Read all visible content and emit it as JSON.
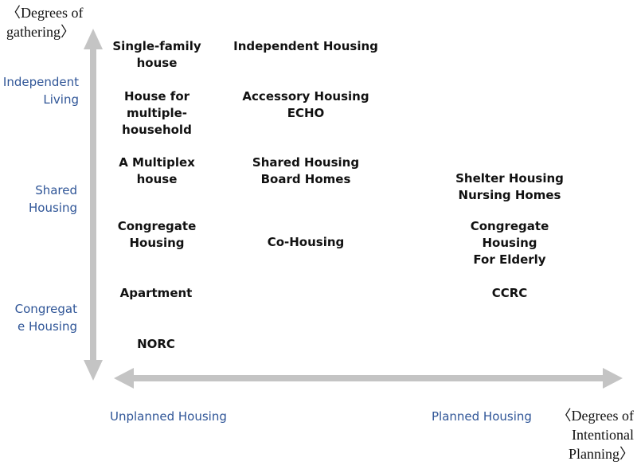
{
  "axes": {
    "y_title": "〈Degrees of\ngathering〉",
    "x_title": "〈Degrees of\nIntentional\nPlanning〉",
    "color": "#c4c4c4"
  },
  "y_levels": {
    "independent_living": "Independent\nLiving",
    "shared_housing": "Shared\nHousing",
    "congregate_housing": "Congregat\ne Housing"
  },
  "x_levels": {
    "unplanned": "Unplanned Housing",
    "planned": "Planned Housing"
  },
  "cells": {
    "single_family": "Single-family\nhouse",
    "independent_housing": "Independent Housing",
    "multiple_household": "House for\nmultiple-\nhousehold",
    "accessory_housing": "Accessory Housing\nECHO",
    "multiplex": "A Multiplex\nhouse",
    "shared_board": "Shared Housing\nBoard Homes",
    "shelter_nursing": "Shelter Housing\nNursing Homes",
    "congregate": "Congregate\nHousing",
    "co_housing": "Co-Housing",
    "congregate_elderly": "Congregate Housing\nFor Elderly",
    "apartment": "Apartment",
    "ccrc": "CCRC",
    "norc": "NORC"
  }
}
